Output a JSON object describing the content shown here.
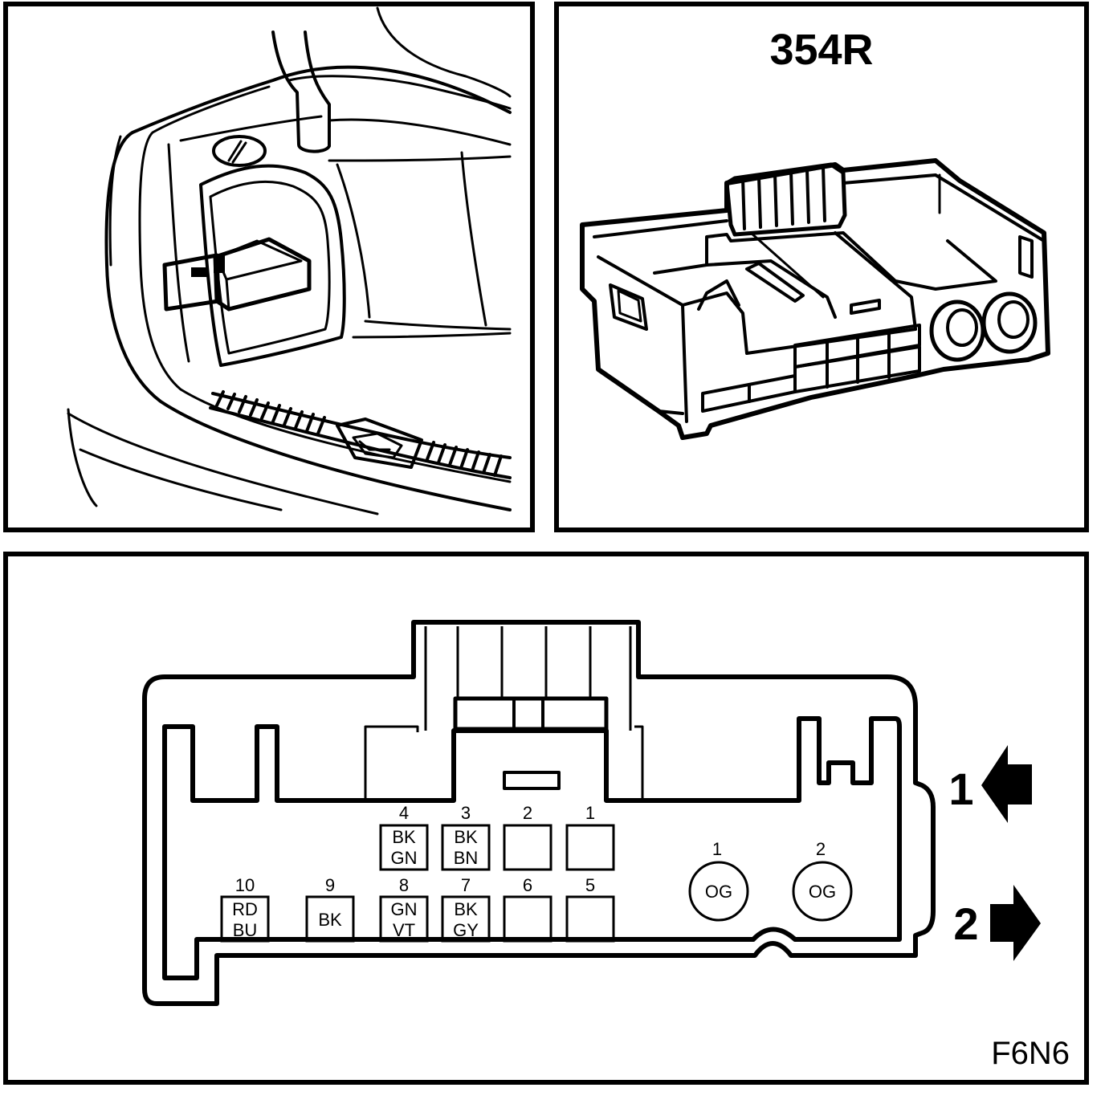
{
  "connector": {
    "title": "354R",
    "figure_code": "F6N6"
  },
  "pins_rect": [
    {
      "num": "4",
      "l1": "BK",
      "l2": "GN"
    },
    {
      "num": "3",
      "l1": "BK",
      "l2": "BN"
    },
    {
      "num": "2",
      "l1": "",
      "l2": ""
    },
    {
      "num": "1",
      "l1": "",
      "l2": ""
    },
    {
      "num": "10",
      "l1": "RD",
      "l2": "BU"
    },
    {
      "num": "9",
      "l1": "BK",
      "l2": ""
    },
    {
      "num": "8",
      "l1": "GN",
      "l2": "VT"
    },
    {
      "num": "7",
      "l1": "BK",
      "l2": "GY"
    },
    {
      "num": "6",
      "l1": "",
      "l2": ""
    },
    {
      "num": "5",
      "l1": "",
      "l2": ""
    }
  ],
  "pins_round": [
    {
      "num": "1",
      "code": "OG"
    },
    {
      "num": "2",
      "code": "OG"
    }
  ],
  "arrows": {
    "in_label": "1",
    "out_label": "2"
  },
  "icons": [
    "arrow-left-icon",
    "arrow-right-icon"
  ]
}
